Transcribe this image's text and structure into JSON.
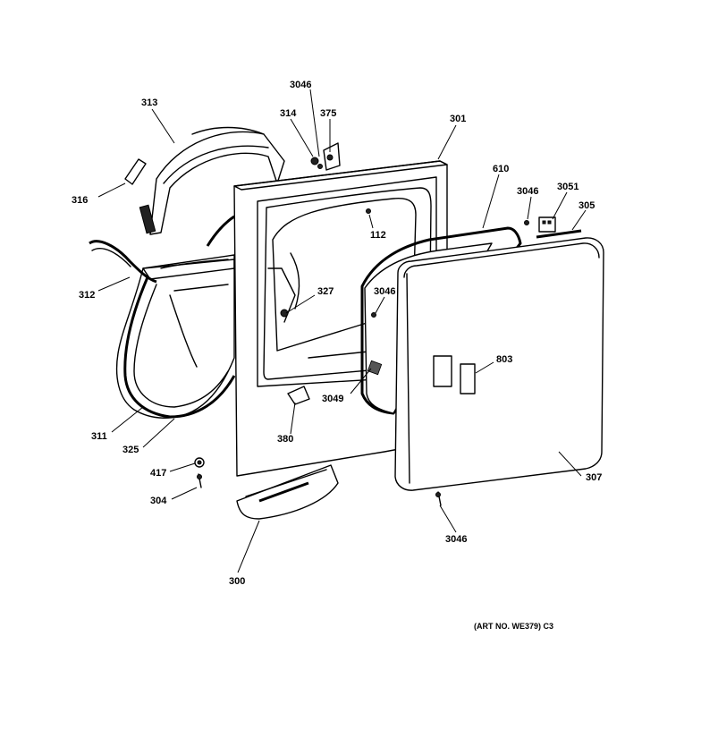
{
  "labels": [
    {
      "id": "3046-top",
      "text": "3046"
    },
    {
      "id": "313",
      "text": "313"
    },
    {
      "id": "314",
      "text": "314"
    },
    {
      "id": "375",
      "text": "375"
    },
    {
      "id": "301",
      "text": "301"
    },
    {
      "id": "610",
      "text": "610"
    },
    {
      "id": "3046-hinge",
      "text": "3046"
    },
    {
      "id": "3051",
      "text": "3051"
    },
    {
      "id": "305",
      "text": "305"
    },
    {
      "id": "316",
      "text": "316"
    },
    {
      "id": "112",
      "text": "112"
    },
    {
      "id": "312",
      "text": "312"
    },
    {
      "id": "327",
      "text": "327"
    },
    {
      "id": "3046-door",
      "text": "3046"
    },
    {
      "id": "803",
      "text": "803"
    },
    {
      "id": "3049",
      "text": "3049"
    },
    {
      "id": "311",
      "text": "311"
    },
    {
      "id": "380",
      "text": "380"
    },
    {
      "id": "325",
      "text": "325"
    },
    {
      "id": "417",
      "text": "417"
    },
    {
      "id": "307",
      "text": "307"
    },
    {
      "id": "304",
      "text": "304"
    },
    {
      "id": "3046-bottom",
      "text": "3046"
    },
    {
      "id": "300",
      "text": "300"
    }
  ],
  "art_number": "(ART NO. WE379) C3"
}
